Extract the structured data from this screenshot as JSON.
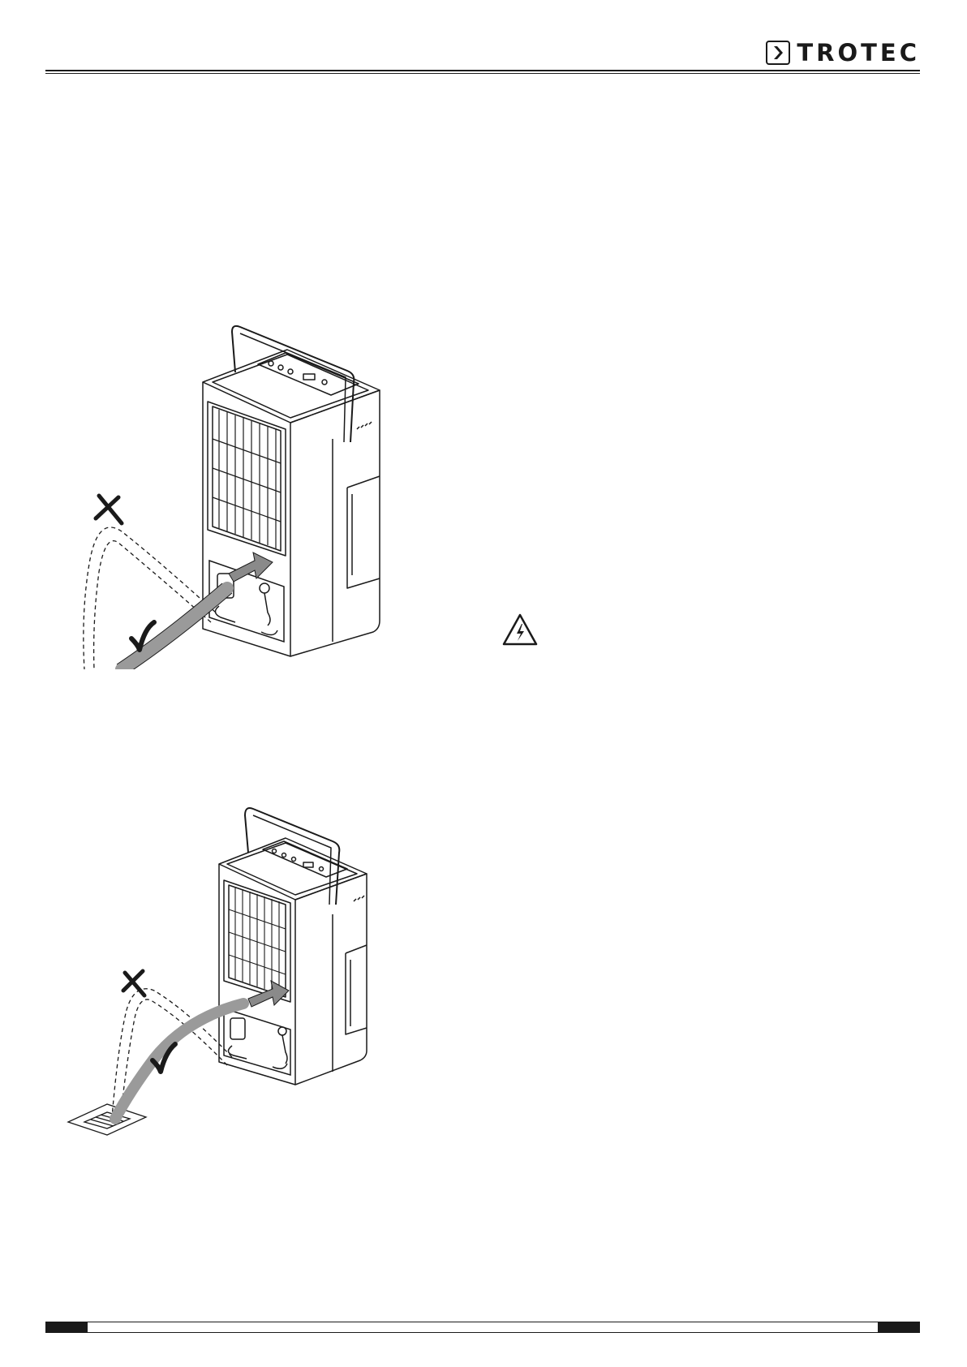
{
  "header": {
    "brand_name": "TROTEC",
    "brand_icon": "chevron-right-box-icon"
  },
  "figures": [
    {
      "id": "hose-connection-level",
      "icons": [
        "cross-mark-icon",
        "check-mark-icon",
        "arrow-icon"
      ]
    },
    {
      "id": "hose-connection-drain",
      "icons": [
        "cross-mark-icon",
        "check-mark-icon",
        "arrow-icon",
        "floor-drain-icon"
      ]
    }
  ],
  "warning": {
    "icon": "electrical-hazard-icon"
  },
  "colors": {
    "ink": "#1a1a1a",
    "hose": "#9a9a9a",
    "arrow": "#8a8a8a"
  }
}
